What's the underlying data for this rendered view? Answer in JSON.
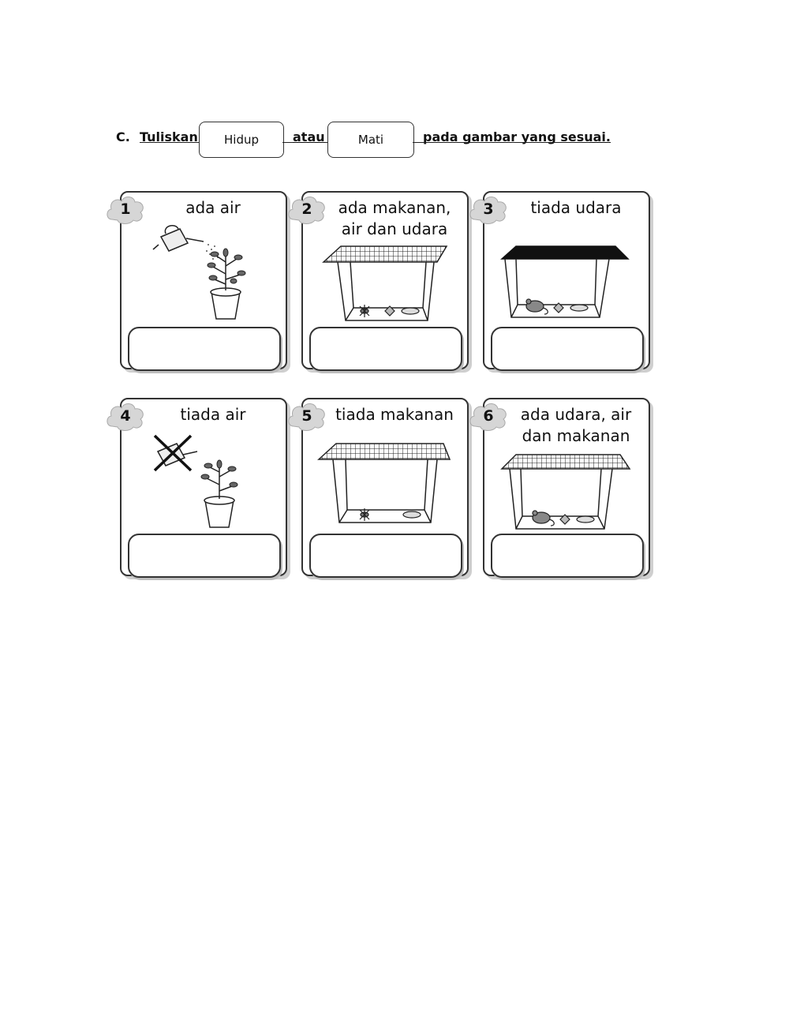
{
  "instruction": {
    "letter": "C.",
    "word1": "Tuliskan",
    "option1": "Hidup",
    "word2": "atau",
    "option2": "Mati",
    "word3": "pada gambar yang sesuai."
  },
  "cards": [
    {
      "number": "1",
      "caption": "ada air",
      "scene": "watering-plant",
      "answer": ""
    },
    {
      "number": "2",
      "caption": "ada makanan, air dan udara",
      "scene": "net-cage-insect",
      "answer": ""
    },
    {
      "number": "3",
      "caption": "tiada udara",
      "scene": "closed-cage-mouse",
      "answer": ""
    },
    {
      "number": "4",
      "caption": "tiada air",
      "scene": "no-water-plant",
      "answer": ""
    },
    {
      "number": "5",
      "caption": "tiada makanan",
      "scene": "net-cage-insect-no-food",
      "answer": ""
    },
    {
      "number": "6",
      "caption": "ada udara, air dan makanan",
      "scene": "net-cage-mouse",
      "answer": ""
    }
  ]
}
